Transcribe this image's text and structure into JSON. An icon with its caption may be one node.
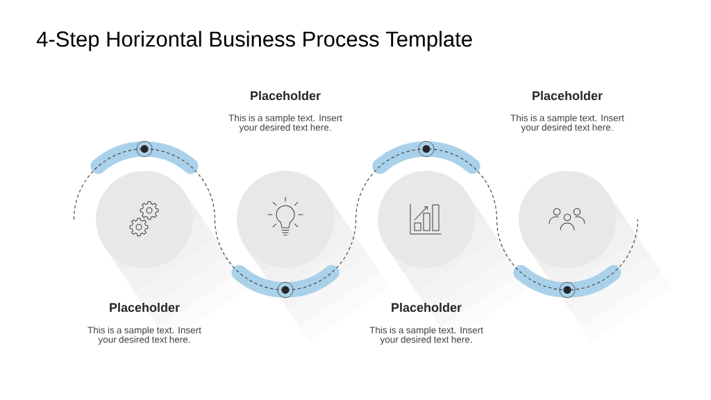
{
  "diagram": {
    "title": "4-Step Horizontal Business Process Template",
    "nodes": [
      {
        "text": [],
        "shape": "circle",
        "beside": [
          "Placeholder",
          "This is a sample text. Insert your desired text here."
        ]
      },
      {
        "text": [],
        "shape": "circle",
        "beside": [
          "Placeholder",
          "This is a sample text. Insert your desired text here."
        ]
      },
      {
        "text": [],
        "shape": "circle",
        "beside": [
          "Placeholder",
          "This is a sample text. Insert your desired text here."
        ]
      },
      {
        "text": [],
        "shape": "circle",
        "beside": [
          "Placeholder",
          "This is a sample text. Insert your desired text here."
        ]
      }
    ]
  }
}
